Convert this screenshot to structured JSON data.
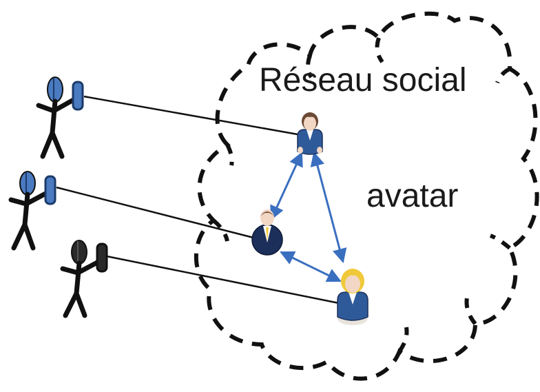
{
  "labels": {
    "title": "Réseau social",
    "avatar": "avatar"
  },
  "colors": {
    "arrow": "#3a6fc0",
    "user_blue": "#4a7ac0",
    "user_dark": "#1a1a1a",
    "cloud": "#111111",
    "suit_blue": "#2f5a9a",
    "suit_dark": "#1c2f5a",
    "skin": "#f2d7c4",
    "hair_brown": "#6b4a35",
    "hair_blonde": "#f0c93a"
  },
  "icons": {
    "person_user": "stick-figure-with-phone",
    "avatar": "person-avatar"
  }
}
